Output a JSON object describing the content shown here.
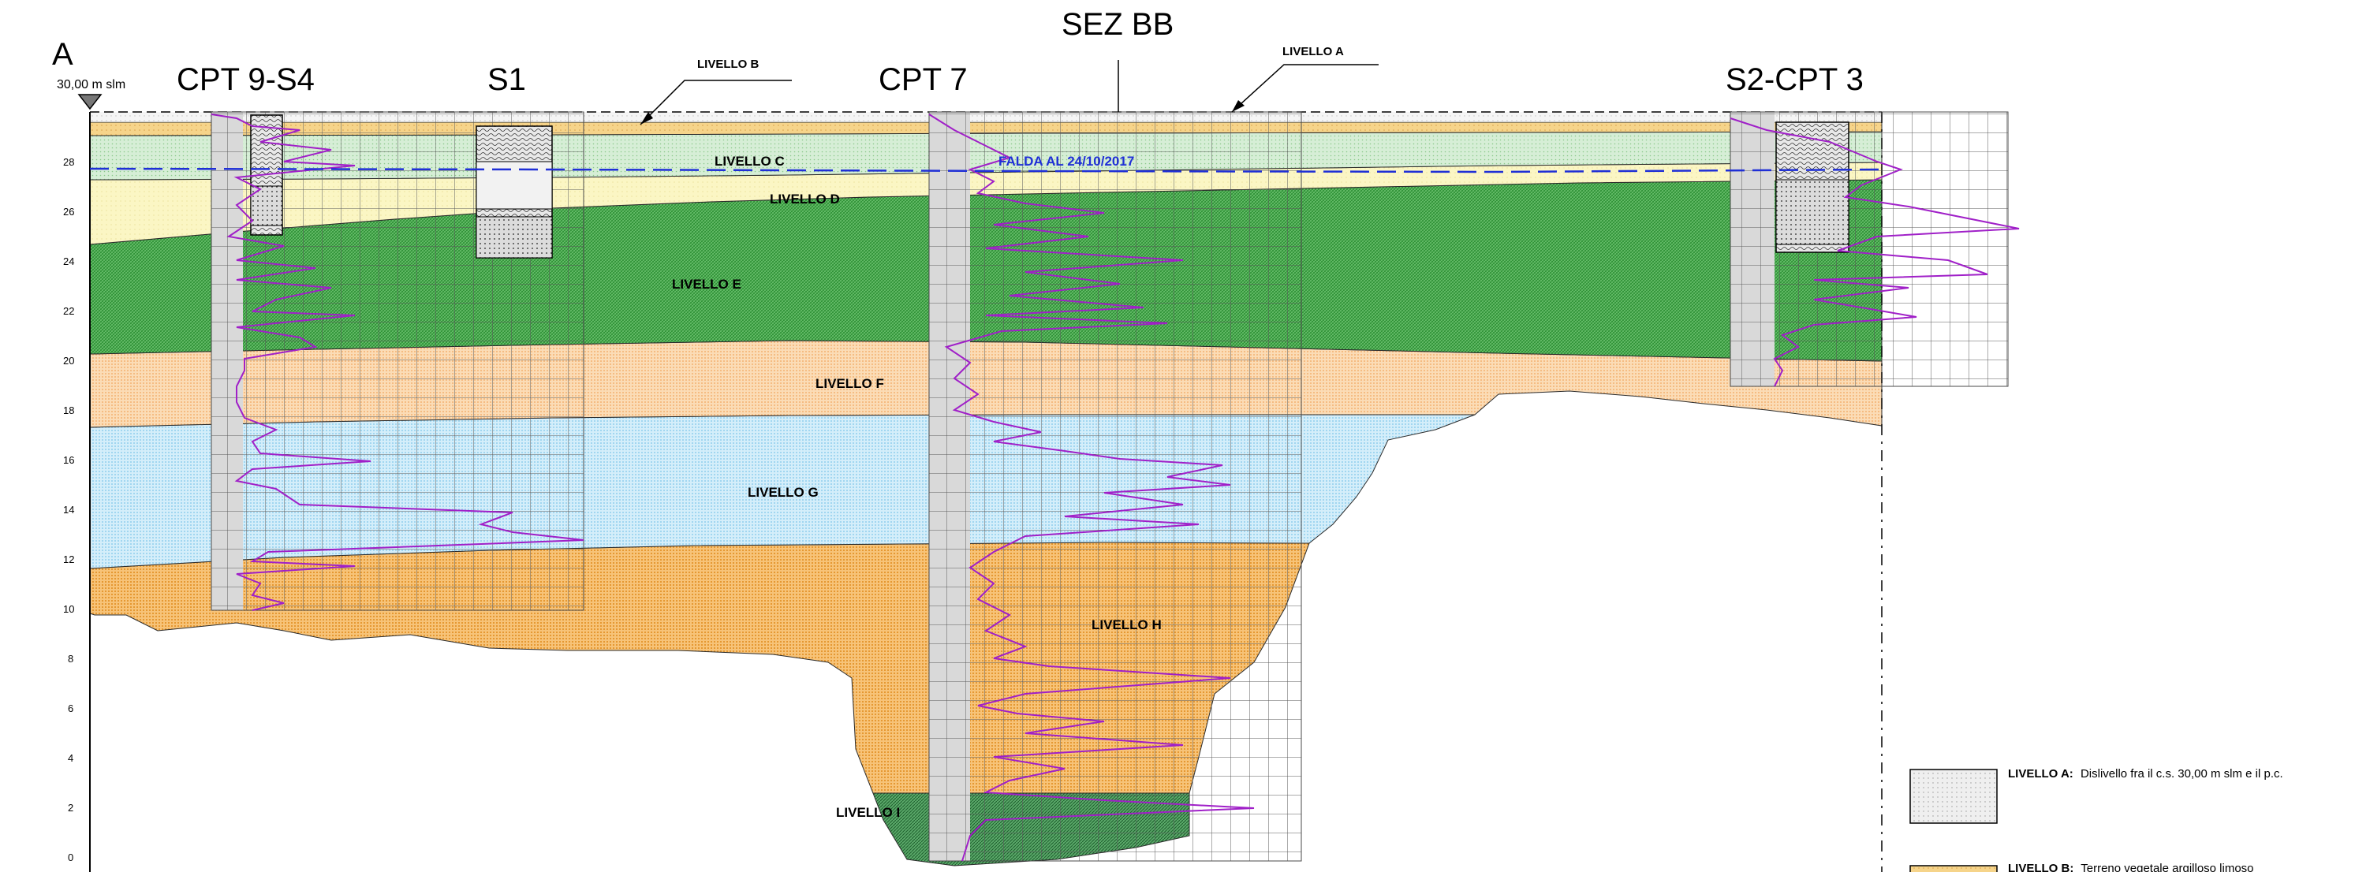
{
  "section": {
    "corner_label": "A",
    "title": "SEZ BB",
    "datum_label": "30,00 m slm"
  },
  "boreholes": [
    {
      "id": "cpt9s4",
      "label": "CPT 9-S4"
    },
    {
      "id": "s1",
      "label": "S1"
    },
    {
      "id": "cpt7",
      "label": "CPT 7"
    },
    {
      "id": "s2cpt3",
      "label": "S2-CPT 3"
    }
  ],
  "levels": [
    {
      "key": "b",
      "label": "LIVELLO B"
    },
    {
      "key": "a",
      "label": "LIVELLO A"
    },
    {
      "key": "c",
      "label": "LIVELLO C"
    },
    {
      "key": "d",
      "label": "LIVELLO D"
    },
    {
      "key": "e",
      "label": "LIVELLO E"
    },
    {
      "key": "f",
      "label": "LIVELLO F"
    },
    {
      "key": "g",
      "label": "LIVELLO G"
    },
    {
      "key": "h",
      "label": "LIVELLO H"
    },
    {
      "key": "i",
      "label": "LIVELLO I"
    }
  ],
  "falda_label": "FALDA AL 24/10/2017",
  "elevation_axis": {
    "unit": "m slm",
    "ticks": [
      "28",
      "26",
      "24",
      "22",
      "20",
      "18",
      "16",
      "14",
      "12",
      "10",
      "8",
      "6",
      "4",
      "2",
      "0"
    ]
  },
  "legend": [
    {
      "name": "LIVELLO A:",
      "text": "Dislivello fra il c.s. 30,00 m slm e il p.c."
    },
    {
      "name": "LIVELLO B:",
      "text": "Terreno vegetale argilloso limoso"
    }
  ],
  "colors": {
    "level_b": "#f6d48a",
    "level_c": "#c9e8c9",
    "level_d": "#fbf6c4",
    "level_e": "#35a83c",
    "level_f": "#f7c48e",
    "level_g": "#bfe4f6",
    "level_h": "#f1a640",
    "level_i": "#2e7d42",
    "cpt_grid": "#d6d6d6",
    "cpt_trace": "#a020c8",
    "falda": "#1f2fd6"
  }
}
